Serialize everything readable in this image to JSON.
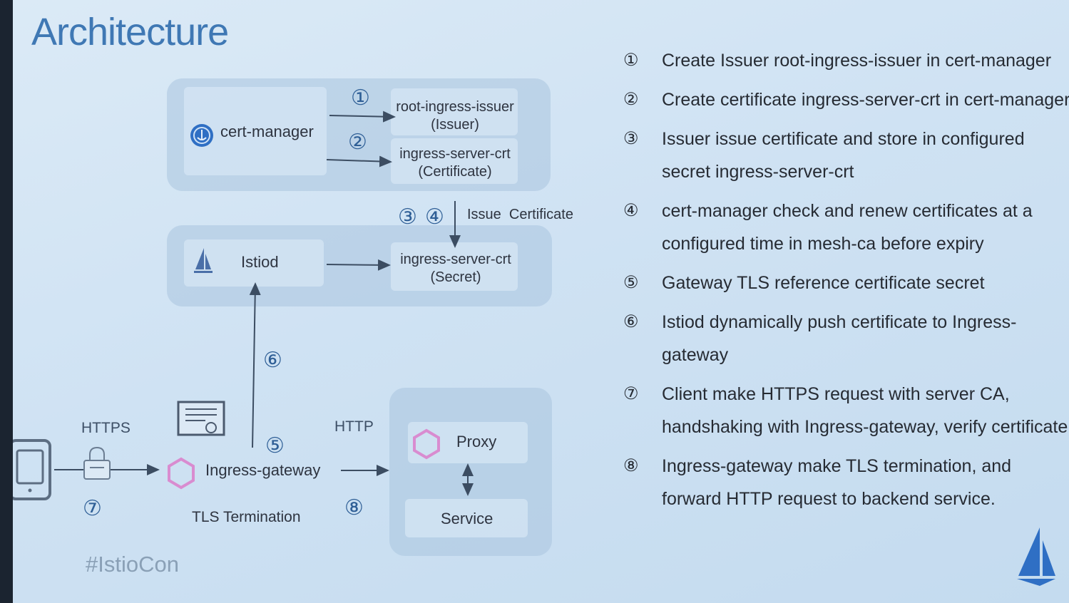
{
  "title": "Architecture",
  "diagram": {
    "cert_manager": "cert-manager",
    "issuer_line1": "root-ingress-issuer",
    "issuer_line2": "(Issuer)",
    "certificate_line1": "ingress-server-crt",
    "certificate_line2": "(Certificate)",
    "istiod": "Istiod",
    "secret_line1": "ingress-server-crt",
    "secret_line2": "(Secret)",
    "issue_certificate": "Issue  Certificate",
    "https": "HTTPS",
    "http": "HTTP",
    "ingress_gateway": "Ingress-gateway",
    "tls_termination": "TLS Termination",
    "proxy": "Proxy",
    "service": "Service",
    "step1": "①",
    "step2": "②",
    "step3": "③",
    "step4": "④",
    "step5": "⑤",
    "step6": "⑥",
    "step7": "⑦",
    "step8": "⑧"
  },
  "steps": [
    {
      "num": "①",
      "text": "Create Issuer root-ingress-issuer in cert-manager"
    },
    {
      "num": "②",
      "text": "Create certificate ingress-server-crt in cert-manager"
    },
    {
      "num": "③",
      "text": "Issuer issue certificate and store in configured secret  ingress-server-crt"
    },
    {
      "num": "④",
      "text": "cert-manager check and renew certificates at a configured time in mesh-ca before expiry"
    },
    {
      "num": "⑤",
      "text": "Gateway TLS reference certificate secret"
    },
    {
      "num": "⑥",
      "text": "Istiod dynamically push certificate to Ingress-gateway"
    },
    {
      "num": "⑦",
      "text": "Client make HTTPS request with server CA, handshaking with Ingress-gateway,  verify certificate"
    },
    {
      "num": "⑧",
      "text": "Ingress-gateway make TLS termination,   and forward HTTP request to backend service."
    }
  ],
  "hashtag": "#IstioCon",
  "colors": {
    "accent": "#3f78b4",
    "gateway_hex": "#d98cd0",
    "arrow": "#3c4d62"
  },
  "icons": [
    "cert-manager-icon",
    "istio-sail-icon",
    "phone-icon",
    "lock-icon",
    "certificate-icon",
    "envoy-hexagon-icon"
  ]
}
